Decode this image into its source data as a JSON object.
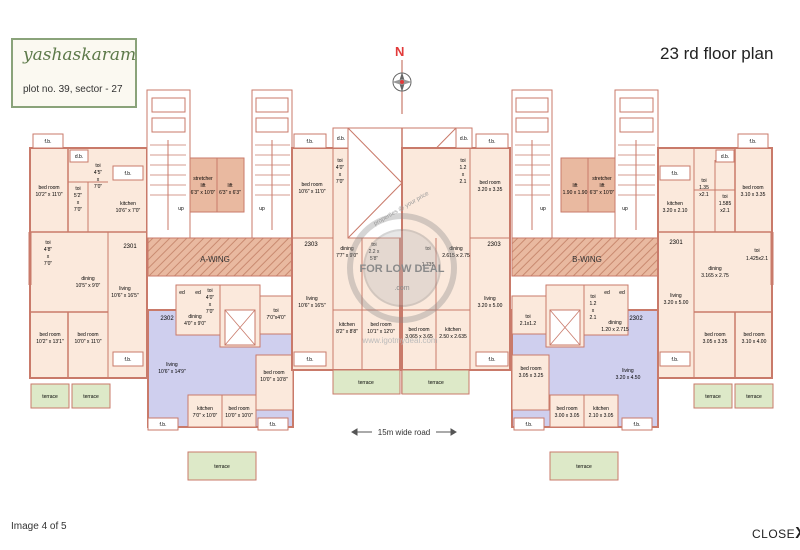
{
  "brand": {
    "name": "yashaskaram",
    "plot": "plot no. 39, sector - 27"
  },
  "title": "23 rd floor plan",
  "compass_label": "N",
  "wings": {
    "a": "A-WING",
    "b": "B-WING"
  },
  "road": "15m wide road",
  "watermark": {
    "arc": "properties @ your price",
    "main": "FOR LOW DEAL",
    "sub": ".com",
    "site": "www.igotmydeal.com"
  },
  "rooms": {
    "fb": "f.b.",
    "db": "d.b.",
    "terrace": "terrace",
    "lift": "lift",
    "stretcher": "stretcher",
    "up": "up",
    "ed": "ed",
    "a2301_bed1": [
      "bed room",
      "10'2\" x 11'0\""
    ],
    "a2301_toi1": [
      "toi",
      "5'2\"",
      "x",
      "7'0\""
    ],
    "a2301_toi2": [
      "toi",
      "4'5\"",
      "x",
      "7'0\""
    ],
    "a2301_kitchen": [
      "kitchen",
      "10'6\" x 7'0\""
    ],
    "a2301_toi3": [
      "toi",
      "4'8\"",
      "x",
      "7'0\""
    ],
    "a2301_dining": [
      "dining",
      "10'5\" x 9'0\""
    ],
    "a2301_living": [
      "living",
      "10'6\" x 16'5\""
    ],
    "a2301_bed2": [
      "bed room",
      "10'2\" x 13'1\""
    ],
    "a2301_bed3": [
      "bed room",
      "10'0\" x 11'0\""
    ],
    "a_stretcher": "6'3\" x 10'0\"",
    "a_lift": "6'3\" x 6'3\"",
    "a2302_dining": [
      "dining",
      "4'0\" x 9'0\""
    ],
    "a2302_toi1": [
      "toi",
      "4'0\"",
      "x",
      "7'0\""
    ],
    "a2302_toi2": [
      "toi",
      "7'0\"x4'0\""
    ],
    "a2302_living": [
      "living",
      "10'6\" x 14'9\""
    ],
    "a2302_kitchen": [
      "kitchen",
      "7'0\" x 10'0\""
    ],
    "a2302_bed1": [
      "bed room",
      "10'0\" x 10'0\""
    ],
    "a2302_bed2": [
      "bed room",
      "10'0\" x 10'8\""
    ],
    "a2303_bed": [
      "bed room",
      "10'6\" x 11'0\""
    ],
    "a2303_toi": [
      "toi",
      "4'0\"",
      "x",
      "7'0\""
    ],
    "a2303_living": [
      "living",
      "10'6\" x 16'5\""
    ],
    "a2303_dining": [
      "dining",
      "7'7\" x 9'0\""
    ],
    "a2303_toi2": [
      "toi",
      "2.2 x",
      "5'8\""
    ],
    "a2303_kitchen": [
      "kitchen",
      "8'2\" x 8'8\""
    ],
    "a2303_bed2": [
      "bed room",
      "10'1\" x 12'0\""
    ],
    "b2303_toi": [
      "toi",
      "1.2",
      "x",
      "2.1"
    ],
    "b2303_bed": [
      "bed room",
      "3.20 x 3.35"
    ],
    "b2303_toi2": [
      "toi",
      "1.735"
    ],
    "b2303_dining": [
      "dining",
      "2.615 x 2.75"
    ],
    "b2303_living": [
      "living",
      "3.20 x 5.00"
    ],
    "b2303_bed2": [
      "bed room",
      "3.065 x 3.65"
    ],
    "b2303_kitchen": [
      "kitchen",
      "2.50 x 2.635"
    ],
    "b_lift": "1.90 x 1.90",
    "b_stretcher": "6'3\" x 10'0\"",
    "b2302_toi1": [
      "toi",
      "2.1x1.2"
    ],
    "b2302_toi2": [
      "toi",
      "1.2",
      "x",
      "2.1"
    ],
    "b2302_dining": [
      "dining",
      "1.20 x 2.715"
    ],
    "b2302_bed1": [
      "bed room",
      "3.05 x 3.25"
    ],
    "b2302_living": [
      "living",
      "3.20 x 4.50"
    ],
    "b2302_bed2": [
      "bed room",
      "3.00 x 3.05"
    ],
    "b2302_kitchen": [
      "kitchen",
      "2.10 x 3.05"
    ],
    "b2301_kitchen": [
      "kitchen",
      "3.20 x 2.10"
    ],
    "b2301_toi1": [
      "toi",
      "1.35",
      "x2.1"
    ],
    "b2301_toi2": [
      "toi",
      "1.585",
      "x2.1"
    ],
    "b2301_bed1": [
      "bed room",
      "3.10 x 3.35"
    ],
    "b2301_dining": [
      "dining",
      "3.165 x 2.75"
    ],
    "b2301_toi3": [
      "toi",
      "1.425x2.1"
    ],
    "b2301_living": [
      "living",
      "3.20 x 5.00"
    ],
    "b2301_bed2": [
      "bed room",
      "3.05 x 3.35"
    ],
    "b2301_bed3": [
      "bed room",
      "3.10 x 4.00"
    ]
  },
  "flats": {
    "a1": "2301",
    "a2": "2302",
    "a3": "2303",
    "b3": "2303",
    "b2": "2302",
    "b1": "2301"
  },
  "footer": {
    "image_count": "Image 4 of 5",
    "close": "CLOSE",
    "close_x": "X"
  },
  "colors": {
    "wall": "#c97a6a",
    "floor": "#fbe9dc",
    "lobby": "#e9b9a0",
    "blue": "#cfcfee",
    "green": "#dde9c8"
  }
}
